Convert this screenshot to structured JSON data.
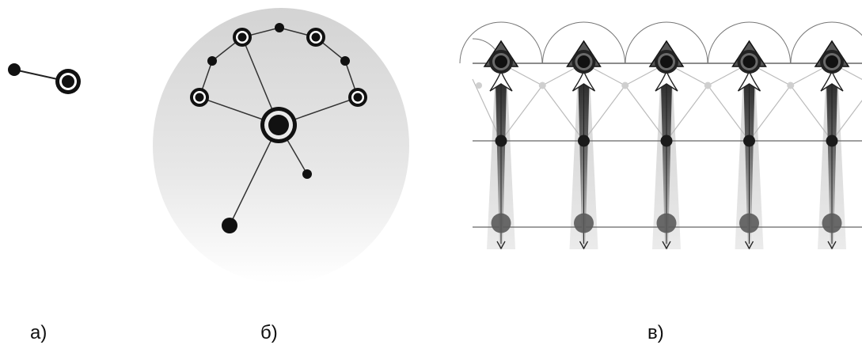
{
  "panels": [
    {
      "id": "a",
      "caption": "а)"
    },
    {
      "id": "b",
      "caption": "б)"
    },
    {
      "id": "c",
      "caption": "в)"
    }
  ],
  "colors": {
    "background": "#ffffff",
    "node": "#111111",
    "edge": "#222222",
    "light_node": "#cfcfcf",
    "gradient_top": "#d6d6d6",
    "gradient_bottom": "#ffffff",
    "beam_dark": "#3c3c3c",
    "mid_node": "#555555"
  },
  "panel_c": {
    "columns": 5
  }
}
